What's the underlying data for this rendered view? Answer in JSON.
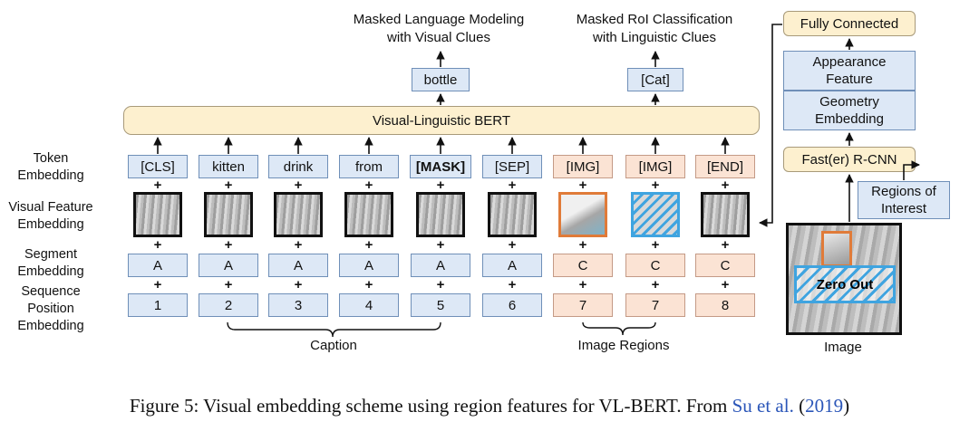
{
  "top_labels": {
    "mlm_line1": "Masked Language Modeling",
    "mlm_line2": "with Visual Clues",
    "mrc_line1": "Masked RoI Classification",
    "mrc_line2": "with Linguistic Clues"
  },
  "outputs": {
    "bottle": "bottle",
    "cat": "[Cat]"
  },
  "bert": "Visual-Linguistic BERT",
  "row_labels": {
    "token": [
      "Token",
      "Embedding"
    ],
    "visual": [
      "Visual Feature",
      "Embedding"
    ],
    "segment": [
      "Segment",
      "Embedding"
    ],
    "position": [
      "Sequence",
      "Position",
      "Embedding"
    ]
  },
  "tokens": [
    "[CLS]",
    "kitten",
    "drink",
    "from",
    "[MASK]",
    "[SEP]",
    "[IMG]",
    "[IMG]",
    "[END]"
  ],
  "segments": [
    "A",
    "A",
    "A",
    "A",
    "A",
    "A",
    "C",
    "C",
    "C"
  ],
  "positions": [
    "1",
    "2",
    "3",
    "4",
    "5",
    "6",
    "7",
    "7",
    "8"
  ],
  "plus": "+",
  "braces": {
    "caption": "Caption",
    "regions": "Image Regions"
  },
  "right": {
    "fc": "Fully Connected",
    "appearance": [
      "Appearance",
      "Feature"
    ],
    "geometry": [
      "Geometry",
      "Embedding"
    ],
    "rcnn": "Fast(er) R-CNN",
    "roi": [
      "Regions of",
      "Interest"
    ],
    "zero_out": "Zero Out",
    "image": "Image"
  },
  "caption": {
    "prefix": "Figure 5: Visual embedding scheme using region features for VL-BERT. From ",
    "author": "Su et al.",
    "open": " (",
    "year": "2019",
    "close": ")"
  },
  "colors": {
    "blue_fill": "#dde8f6",
    "peach_fill": "#fbe3d4",
    "yellow_fill": "#fdf0cf",
    "orange": "#e07b39",
    "hatch_blue": "#3fa4e0",
    "link": "#2a55b8"
  }
}
